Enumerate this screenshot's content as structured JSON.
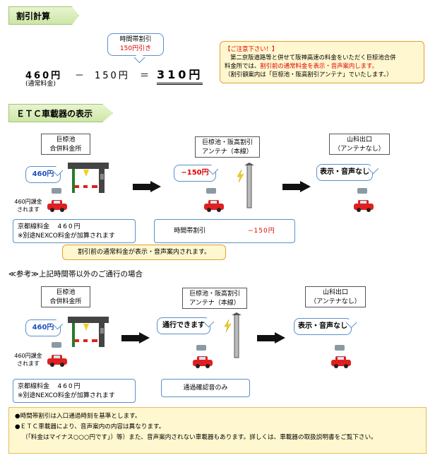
{
  "section1": {
    "title": "割引計算",
    "bubble_line1": "時間帯割引",
    "bubble_line2": "150円引き",
    "price_normal": "460円",
    "minus": "－",
    "discount": "150円",
    "equals": "＝",
    "result": "310円",
    "normal_label": "(通常料金)",
    "notice_title": "【ご注意下さい！】",
    "notice_line1": "第二京阪道路等と併せて阪神高速の料金をいただく巨椋池合併",
    "notice_line2a": "料金所では、",
    "notice_line2b": "割引前の通常料金を表示・音声案内します。",
    "notice_line3": "（割引額案内は「巨椋池・阪高割引アンテナ」でいたします。）"
  },
  "section2": {
    "title": "ＥＴＣ車載器の表示",
    "tollgate_label1": "巨椋池",
    "tollgate_label2": "合併料金所",
    "antenna_label1": "巨椋池・阪高割引",
    "antenna_label2": "アンテナ（本線）",
    "exit_label1": "山科出口",
    "exit_label2": "（アンテナなし）",
    "bubble_tollgate": "460円",
    "bubble_antenna": "−150円",
    "bubble_exit": "表示・音声なし",
    "charge_note1": "460円課金",
    "charge_note2": "されます",
    "charge_box_line1a": "京都線料金",
    "charge_box_line1b": "460円",
    "charge_box_line2": "※別途NEXCO料金が加算されます",
    "discount_box_label": "時間帯割引",
    "discount_box_value": "−150円",
    "note": "割引前の通常料金が表示・音声案内されます。"
  },
  "section3": {
    "title": "≪参考≫上記時間帯以外のご通行の場合",
    "tollgate_label1": "巨椋池",
    "tollgate_label2": "合併料金所",
    "antenna_label1": "巨椋池・阪高割引",
    "antenna_label2": "アンテナ（本線）",
    "exit_label1": "山科出口",
    "exit_label2": "（アンテナなし）",
    "bubble_tollgate": "460円",
    "bubble_antenna": "通行できます",
    "bubble_exit": "表示・音声なし",
    "charge_note1": "460円課金",
    "charge_note2": "されます",
    "charge_box_line1a": "京都線料金",
    "charge_box_line1b": "460円",
    "charge_box_line2": "※別途NEXCO料金が加算されます",
    "confirm_box": "通過確認音のみ"
  },
  "footer": {
    "line1": "●時間帯割引は入口通過時刻を基準とします。",
    "line2": "●ＥＴＣ車載器により、音声案内の内容は異なります。",
    "line3": "（「料金はマイナス○○○円です」）等）また、音声案内されない車載器もあります。詳しくは、車載器の取扱説明書をご覧下さい。"
  },
  "colors": {
    "red": "#e00000",
    "blue_border": "#5a8fcc",
    "note_bg": "#fff7cf",
    "header_green": "#cde7a6"
  }
}
